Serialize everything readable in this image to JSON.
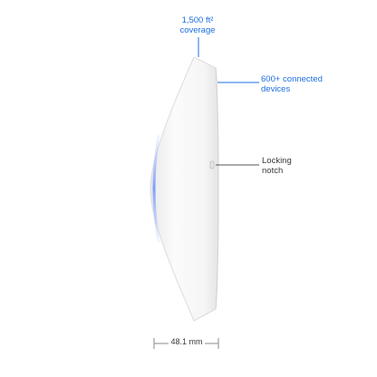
{
  "colors": {
    "accent_blue": "#1e6fe0",
    "text_dark": "#3a3a3a",
    "device_body": "#f7f7f7",
    "device_edge": "#dcdcdc",
    "led_blue": "#7fa3ff"
  },
  "callouts": {
    "coverage": {
      "line1": "1,500 ft²",
      "line2": "coverage"
    },
    "devices": {
      "line1": "600+ connected",
      "line2": "devices"
    },
    "notch": {
      "line1": "Locking",
      "line2": "notch"
    }
  },
  "dimension": {
    "width": "48.1 mm"
  }
}
